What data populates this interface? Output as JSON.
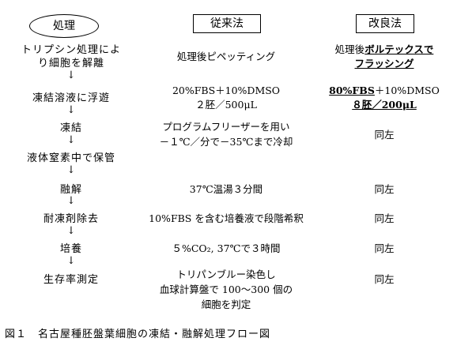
{
  "headers": {
    "process": "処理",
    "conventional": "従来法",
    "improved": "改良法"
  },
  "steps": [
    {
      "label_1": "トリプシン処理によ",
      "label_2": "り細胞を解離"
    },
    {
      "label": "凍結溶液に浮遊"
    },
    {
      "label": "凍結"
    },
    {
      "label": "液体窒素中で保管"
    },
    {
      "label": "融解"
    },
    {
      "label": "耐凍剤除去"
    },
    {
      "label": "培養"
    },
    {
      "label": "生存率測定"
    }
  ],
  "arrow_glyph": "↓",
  "conventional": {
    "r1": "処理後ピペッティング",
    "r2_1": "20%FBS＋10%DMSO",
    "r2_2": "２胚／500μL",
    "r3_1": "プログラムフリーザーを用い",
    "r3_2": "－１℃／分で－35℃まで冷却",
    "r4": "37℃温湯３分間",
    "r5": "10%FBS を含む培養液で段階希釈",
    "r6": "５%CO₂, 37℃で３時間",
    "r7_1": "トリパンブルー染色し",
    "r7_2": "血球計算盤で 100～300 個の",
    "r7_3": "細胞を判定"
  },
  "improved": {
    "r1_prefix": "処理後",
    "r1_emph": "ボルテックスで",
    "r1_line2": "フラッシング",
    "r2_emph": "80%FBS",
    "r2_rest": "＋10%DMSO",
    "r2_line2": "８胚／200μL",
    "same": "同左"
  },
  "caption": "図１　名古屋種胚盤葉細胞の凍結・融解処理フロー図"
}
